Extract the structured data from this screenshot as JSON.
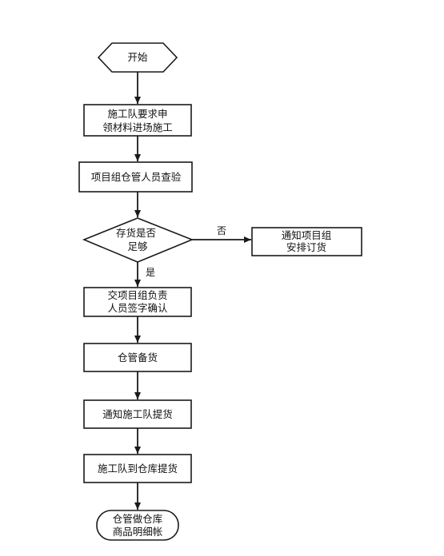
{
  "flowchart": {
    "start": "开始",
    "step1": [
      "施工队要求申",
      "领材料进场施工"
    ],
    "step2": "项目组仓管人员查验",
    "decision": [
      "存货是否",
      "足够"
    ],
    "no_label": "否",
    "notify": [
      "通知项目组",
      "安排订货"
    ],
    "yes_label": "是",
    "step3": [
      "交项目组负责",
      "人员签字确认"
    ],
    "step4": "仓管备货",
    "step5": "通知施工队提货",
    "step6": "施工队到仓库提货",
    "end": [
      "仓管做仓库",
      "商品明细帐"
    ]
  }
}
